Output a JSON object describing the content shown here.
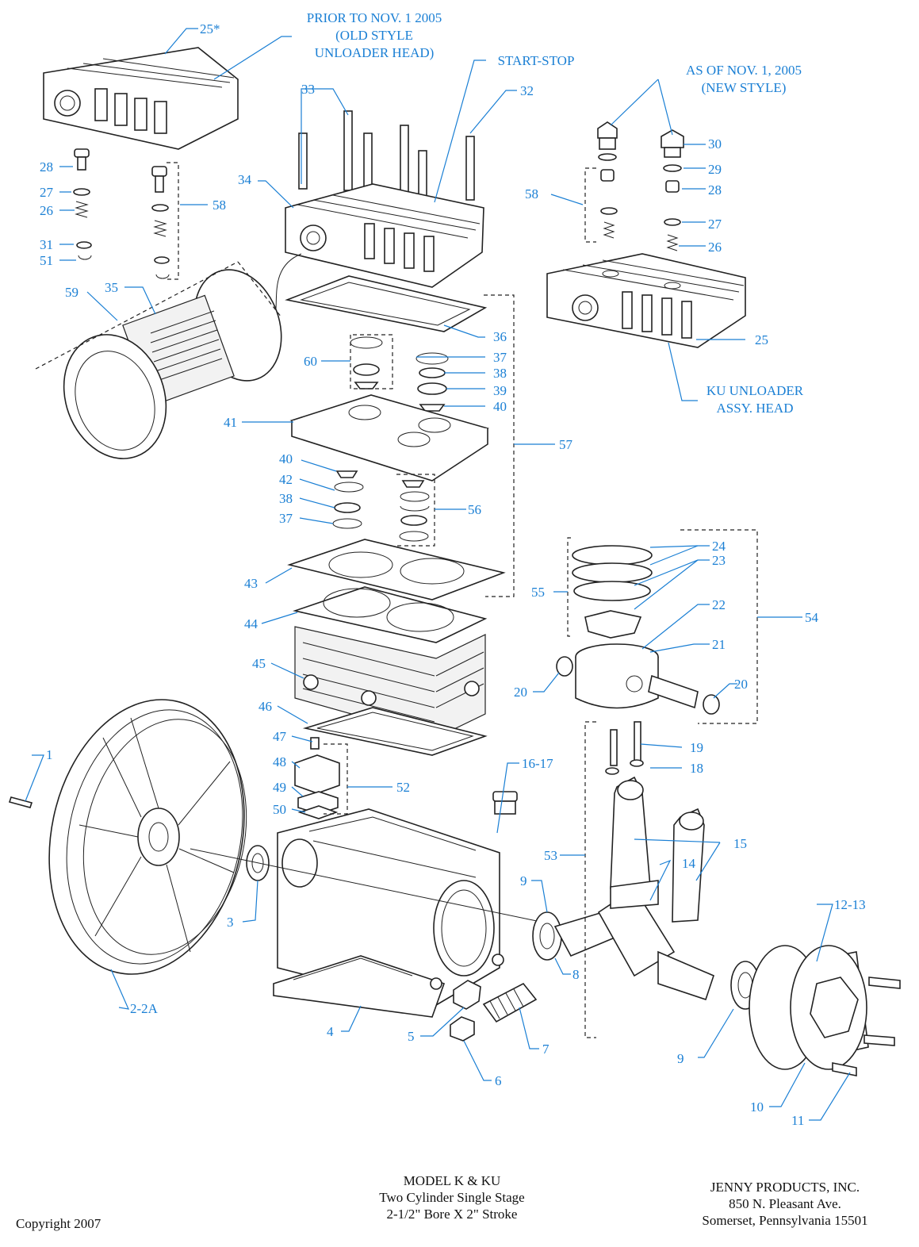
{
  "callouts": {
    "c1": "1",
    "c2": "2-2A",
    "c3": "3",
    "c4": "4",
    "c5": "5",
    "c6": "6",
    "c7": "7",
    "c8": "8",
    "c9a": "9",
    "c9b": "9",
    "c10": "10",
    "c11": "11",
    "c12": "12-13",
    "c14": "14",
    "c15": "15",
    "c16": "16-17",
    "c18": "18",
    "c19": "19",
    "c20a": "20",
    "c20b": "20",
    "c21": "21",
    "c22": "22",
    "c23": "23",
    "c24": "24",
    "c25a": "25*",
    "c25b": "25",
    "c26a": "26",
    "c26b": "26",
    "c27a": "27",
    "c27b": "27",
    "c28a": "28",
    "c28b": "28",
    "c29": "29",
    "c30": "30",
    "c31": "31",
    "c32": "32",
    "c33": "33",
    "c34": "34",
    "c35": "35",
    "c36": "36",
    "c37a": "37",
    "c37b": "37",
    "c38a": "38",
    "c38b": "38",
    "c39": "39",
    "c40a": "40",
    "c40b": "40",
    "c41": "41",
    "c42": "42",
    "c43": "43",
    "c44": "44",
    "c45": "45",
    "c46": "46",
    "c47": "47",
    "c48": "48",
    "c49": "49",
    "c50": "50",
    "c51": "51",
    "c52": "52",
    "c53": "53",
    "c54": "54",
    "c55": "55",
    "c56": "56",
    "c57": "57",
    "c58a": "58",
    "c58b": "58",
    "c59": "59",
    "c60": "60"
  },
  "notes": {
    "prior_1": "PRIOR TO NOV. 1 2005",
    "prior_2": "(OLD STYLE",
    "prior_3": "UNLOADER HEAD)",
    "start_stop": "START-STOP",
    "new_1": "AS OF NOV. 1, 2005",
    "new_2": "(NEW STYLE)",
    "ku_1": "KU UNLOADER",
    "ku_2": "ASSY. HEAD"
  },
  "footer": {
    "copyright": "Copyright 2007",
    "model_1": "MODEL K & KU",
    "model_2": "Two Cylinder Single Stage",
    "model_3": "2-1/2\" Bore X 2\" Stroke",
    "company_1": "JENNY PRODUCTS, INC.",
    "company_2": "850 N. Pleasant Ave.",
    "company_3": "Somerset, Pennsylvania 15501"
  },
  "colors": {
    "callout": "#1a7fd4",
    "line_art": "#222222"
  }
}
